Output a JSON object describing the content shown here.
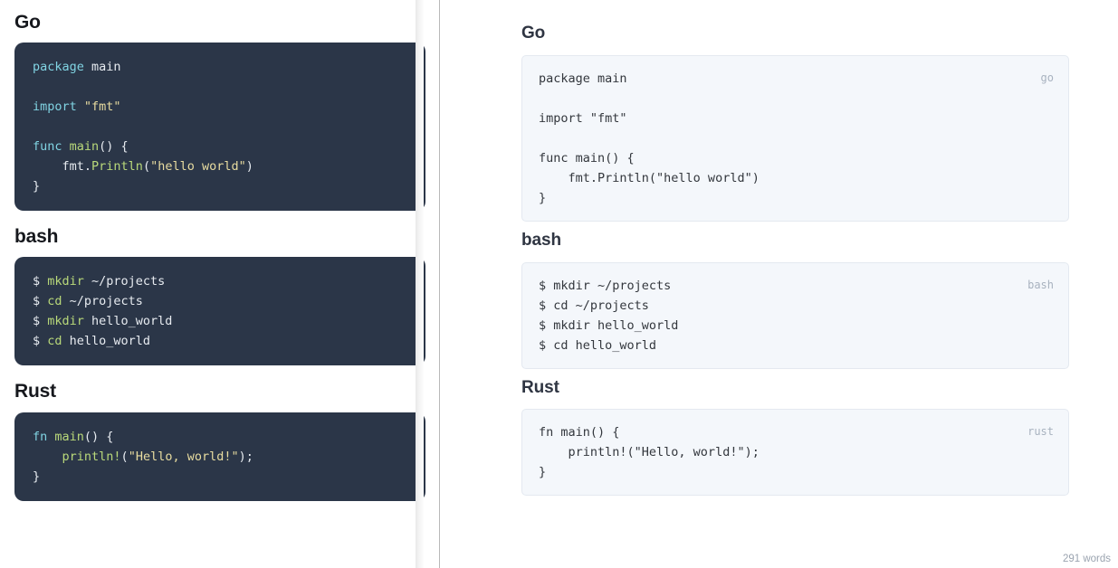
{
  "editor": {
    "blocks": [
      {
        "heading": "Go",
        "lines": [
          [
            {
              "t": "package ",
              "c": "kw"
            },
            {
              "t": "main",
              "c": "def"
            }
          ],
          [],
          [
            {
              "t": "import ",
              "c": "kw"
            },
            {
              "t": "\"fmt\"",
              "c": "str"
            }
          ],
          [],
          [
            {
              "t": "func ",
              "c": "kw"
            },
            {
              "t": "main",
              "c": "fn"
            },
            {
              "t": "() {",
              "c": "def"
            }
          ],
          [
            {
              "t": "    fmt.",
              "c": "def"
            },
            {
              "t": "Println",
              "c": "fn"
            },
            {
              "t": "(",
              "c": "def"
            },
            {
              "t": "\"hello world\"",
              "c": "str"
            },
            {
              "t": ")",
              "c": "def"
            }
          ],
          [
            {
              "t": "}",
              "c": "def"
            }
          ]
        ]
      },
      {
        "heading": "bash",
        "lines": [
          [
            {
              "t": "$ ",
              "c": "pr"
            },
            {
              "t": "mkdir",
              "c": "cmd"
            },
            {
              "t": " ~/projects",
              "c": "def"
            }
          ],
          [
            {
              "t": "$ ",
              "c": "pr"
            },
            {
              "t": "cd",
              "c": "cmd"
            },
            {
              "t": " ~/projects",
              "c": "def"
            }
          ],
          [
            {
              "t": "$ ",
              "c": "pr"
            },
            {
              "t": "mkdir",
              "c": "cmd"
            },
            {
              "t": " hello_world",
              "c": "def"
            }
          ],
          [
            {
              "t": "$ ",
              "c": "pr"
            },
            {
              "t": "cd",
              "c": "cmd"
            },
            {
              "t": " hello_world",
              "c": "def"
            }
          ]
        ]
      },
      {
        "heading": "Rust",
        "lines": [
          [
            {
              "t": "fn ",
              "c": "kw"
            },
            {
              "t": "main",
              "c": "fn"
            },
            {
              "t": "() {",
              "c": "def"
            }
          ],
          [
            {
              "t": "    ",
              "c": "def"
            },
            {
              "t": "println!",
              "c": "fn"
            },
            {
              "t": "(",
              "c": "def"
            },
            {
              "t": "\"Hello, world!\"",
              "c": "str"
            },
            {
              "t": ");",
              "c": "def"
            }
          ],
          [
            {
              "t": "}",
              "c": "def"
            }
          ]
        ]
      }
    ]
  },
  "preview": {
    "blocks": [
      {
        "heading": "Go",
        "lang_label": "go",
        "code": "package main\n\nimport \"fmt\"\n\nfunc main() {\n    fmt.Println(\"hello world\")\n}"
      },
      {
        "heading": "bash",
        "lang_label": "bash",
        "code": "$ mkdir ~/projects\n$ cd ~/projects\n$ mkdir hello_world\n$ cd hello_world"
      },
      {
        "heading": "Rust",
        "lang_label": "rust",
        "code": "fn main() {\n    println!(\"Hello, world!\");\n}"
      }
    ]
  },
  "status": {
    "word_count": "291 words"
  },
  "annotations": {
    "arrow_color": "#1f2fcf",
    "arrows": [
      {
        "name": "arrow-go",
        "target": "go-code-block"
      },
      {
        "name": "arrow-bash",
        "target": "bash-code-block"
      },
      {
        "name": "arrow-rust",
        "target": "rust-code-block"
      }
    ]
  },
  "colors": {
    "editor_code_bg": "#2b3648",
    "preview_code_bg": "#f4f7fb",
    "preview_code_border": "#e4e9f0",
    "keyword": "#81d4e3",
    "function": "#b9d97a",
    "string": "#e8dca0",
    "default_text": "#e7ebf0",
    "lang_label": "#a8b2bf"
  }
}
